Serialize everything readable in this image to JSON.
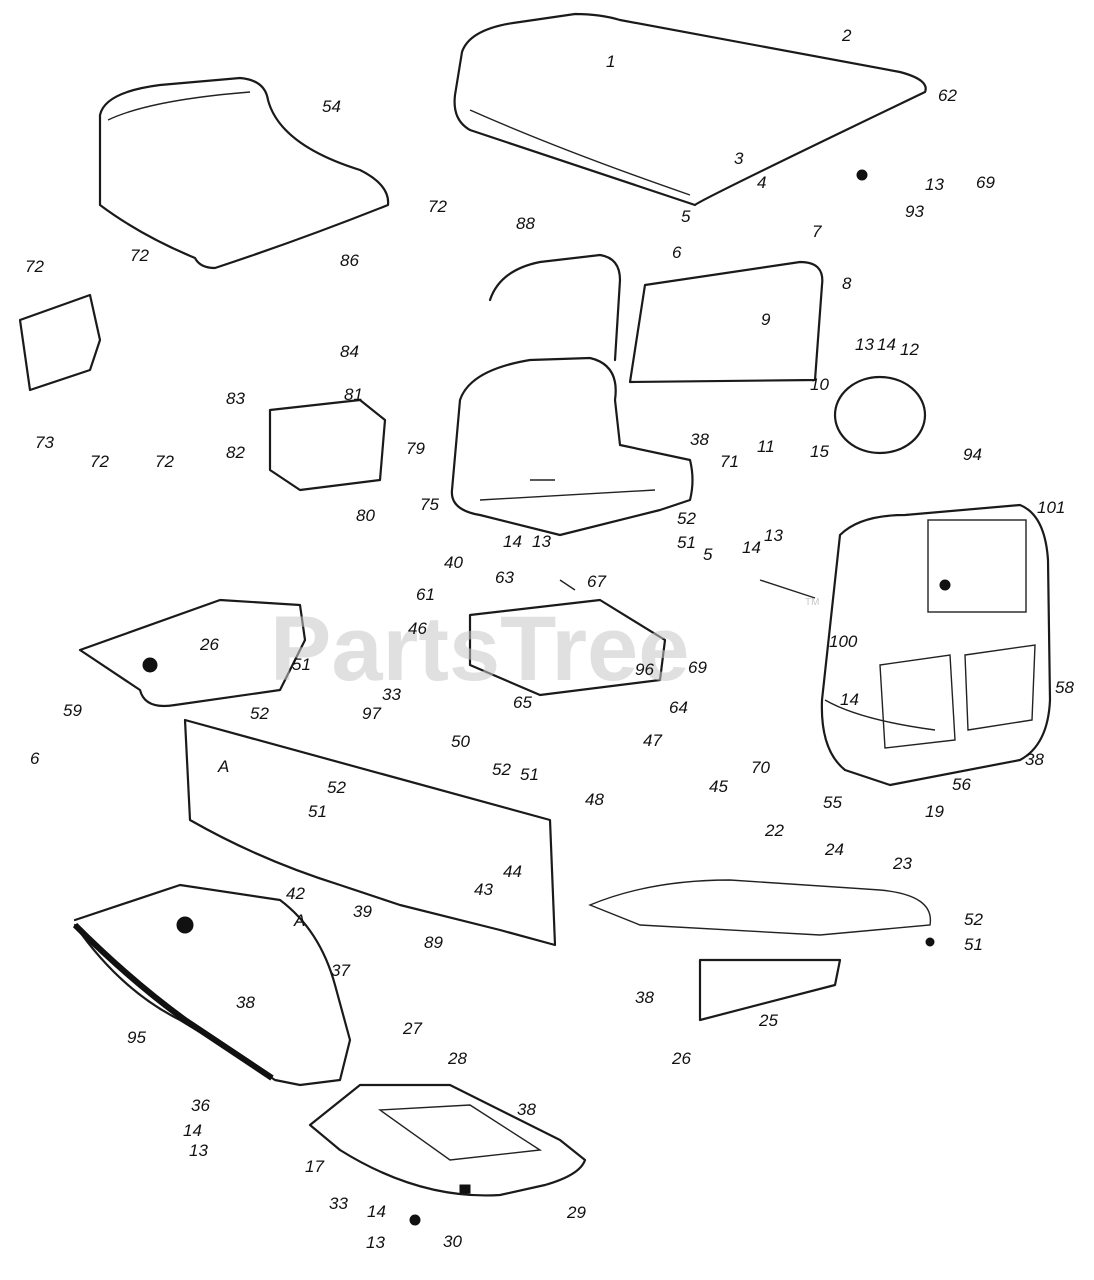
{
  "watermark": {
    "text": "PartsTree",
    "tm": "TM"
  },
  "callouts": [
    {
      "id": "c1",
      "text": "1"
    },
    {
      "id": "c2",
      "text": "2"
    },
    {
      "id": "c62",
      "text": "62"
    },
    {
      "id": "c54",
      "text": "54"
    },
    {
      "id": "c3",
      "text": "3"
    },
    {
      "id": "c4",
      "text": "4"
    },
    {
      "id": "c13a",
      "text": "13"
    },
    {
      "id": "c69a",
      "text": "69"
    },
    {
      "id": "c93",
      "text": "93"
    },
    {
      "id": "c5a",
      "text": "5"
    },
    {
      "id": "c7",
      "text": "7"
    },
    {
      "id": "c72a",
      "text": "72"
    },
    {
      "id": "c88",
      "text": "88"
    },
    {
      "id": "c72b",
      "text": "72"
    },
    {
      "id": "c6a",
      "text": "6"
    },
    {
      "id": "c8",
      "text": "8"
    },
    {
      "id": "c72c",
      "text": "72"
    },
    {
      "id": "c86",
      "text": "86"
    },
    {
      "id": "c9",
      "text": "9"
    },
    {
      "id": "c13b",
      "text": "13"
    },
    {
      "id": "c14a",
      "text": "14"
    },
    {
      "id": "c12",
      "text": "12"
    },
    {
      "id": "c84",
      "text": "84"
    },
    {
      "id": "c10",
      "text": "10"
    },
    {
      "id": "c83",
      "text": "83"
    },
    {
      "id": "c81",
      "text": "81"
    },
    {
      "id": "c11",
      "text": "11"
    },
    {
      "id": "c73",
      "text": "73"
    },
    {
      "id": "c72d",
      "text": "72"
    },
    {
      "id": "c72e",
      "text": "72"
    },
    {
      "id": "c82",
      "text": "82"
    },
    {
      "id": "c79",
      "text": "79"
    },
    {
      "id": "c38a",
      "text": "38"
    },
    {
      "id": "c71",
      "text": "71"
    },
    {
      "id": "c15",
      "text": "15"
    },
    {
      "id": "c94",
      "text": "94"
    },
    {
      "id": "c80",
      "text": "80"
    },
    {
      "id": "c75",
      "text": "75"
    },
    {
      "id": "c101",
      "text": "101"
    },
    {
      "id": "c52a",
      "text": "52"
    },
    {
      "id": "c14b",
      "text": "14"
    },
    {
      "id": "c13c",
      "text": "13"
    },
    {
      "id": "c51a",
      "text": "51"
    },
    {
      "id": "c5b",
      "text": "5"
    },
    {
      "id": "c14c",
      "text": "14"
    },
    {
      "id": "c13d",
      "text": "13"
    },
    {
      "id": "c40",
      "text": "40"
    },
    {
      "id": "c63",
      "text": "63"
    },
    {
      "id": "c67",
      "text": "67"
    },
    {
      "id": "c61",
      "text": "61"
    },
    {
      "id": "c46",
      "text": "46"
    },
    {
      "id": "c100",
      "text": "100"
    },
    {
      "id": "c26a",
      "text": "26"
    },
    {
      "id": "c51b",
      "text": "51"
    },
    {
      "id": "c96",
      "text": "96"
    },
    {
      "id": "c69b",
      "text": "69"
    },
    {
      "id": "c58",
      "text": "58"
    },
    {
      "id": "c14d",
      "text": "14"
    },
    {
      "id": "c33a",
      "text": "33"
    },
    {
      "id": "c65",
      "text": "65"
    },
    {
      "id": "c64",
      "text": "64"
    },
    {
      "id": "c59",
      "text": "59"
    },
    {
      "id": "c52b",
      "text": "52"
    },
    {
      "id": "c97",
      "text": "97"
    },
    {
      "id": "c50",
      "text": "50"
    },
    {
      "id": "c47",
      "text": "47"
    },
    {
      "id": "c70",
      "text": "70"
    },
    {
      "id": "c38b",
      "text": "38"
    },
    {
      "id": "c6b",
      "text": "6"
    },
    {
      "id": "cA1",
      "text": "A"
    },
    {
      "id": "c52c",
      "text": "52"
    },
    {
      "id": "c51c",
      "text": "51"
    },
    {
      "id": "c52d",
      "text": "52"
    },
    {
      "id": "c45",
      "text": "45"
    },
    {
      "id": "c56",
      "text": "56"
    },
    {
      "id": "c48",
      "text": "48"
    },
    {
      "id": "c55",
      "text": "55"
    },
    {
      "id": "c19",
      "text": "19"
    },
    {
      "id": "c51d",
      "text": "51"
    },
    {
      "id": "c22",
      "text": "22"
    },
    {
      "id": "c24",
      "text": "24"
    },
    {
      "id": "c44",
      "text": "44"
    },
    {
      "id": "c23",
      "text": "23"
    },
    {
      "id": "c42",
      "text": "42"
    },
    {
      "id": "c43",
      "text": "43"
    },
    {
      "id": "c39",
      "text": "39"
    },
    {
      "id": "cA2",
      "text": "A"
    },
    {
      "id": "c52e",
      "text": "52"
    },
    {
      "id": "c89",
      "text": "89"
    },
    {
      "id": "c51e",
      "text": "51"
    },
    {
      "id": "c37",
      "text": "37"
    },
    {
      "id": "c38c",
      "text": "38"
    },
    {
      "id": "c38d",
      "text": "38"
    },
    {
      "id": "c25",
      "text": "25"
    },
    {
      "id": "c95",
      "text": "95"
    },
    {
      "id": "c27",
      "text": "27"
    },
    {
      "id": "c28",
      "text": "28"
    },
    {
      "id": "c26b",
      "text": "26"
    },
    {
      "id": "c36",
      "text": "36"
    },
    {
      "id": "c38e",
      "text": "38"
    },
    {
      "id": "c14e",
      "text": "14"
    },
    {
      "id": "c13e",
      "text": "13"
    },
    {
      "id": "c17",
      "text": "17"
    },
    {
      "id": "c33b",
      "text": "33"
    },
    {
      "id": "c14f",
      "text": "14"
    },
    {
      "id": "c29",
      "text": "29"
    },
    {
      "id": "c13f",
      "text": "13"
    },
    {
      "id": "c30",
      "text": "30"
    }
  ]
}
